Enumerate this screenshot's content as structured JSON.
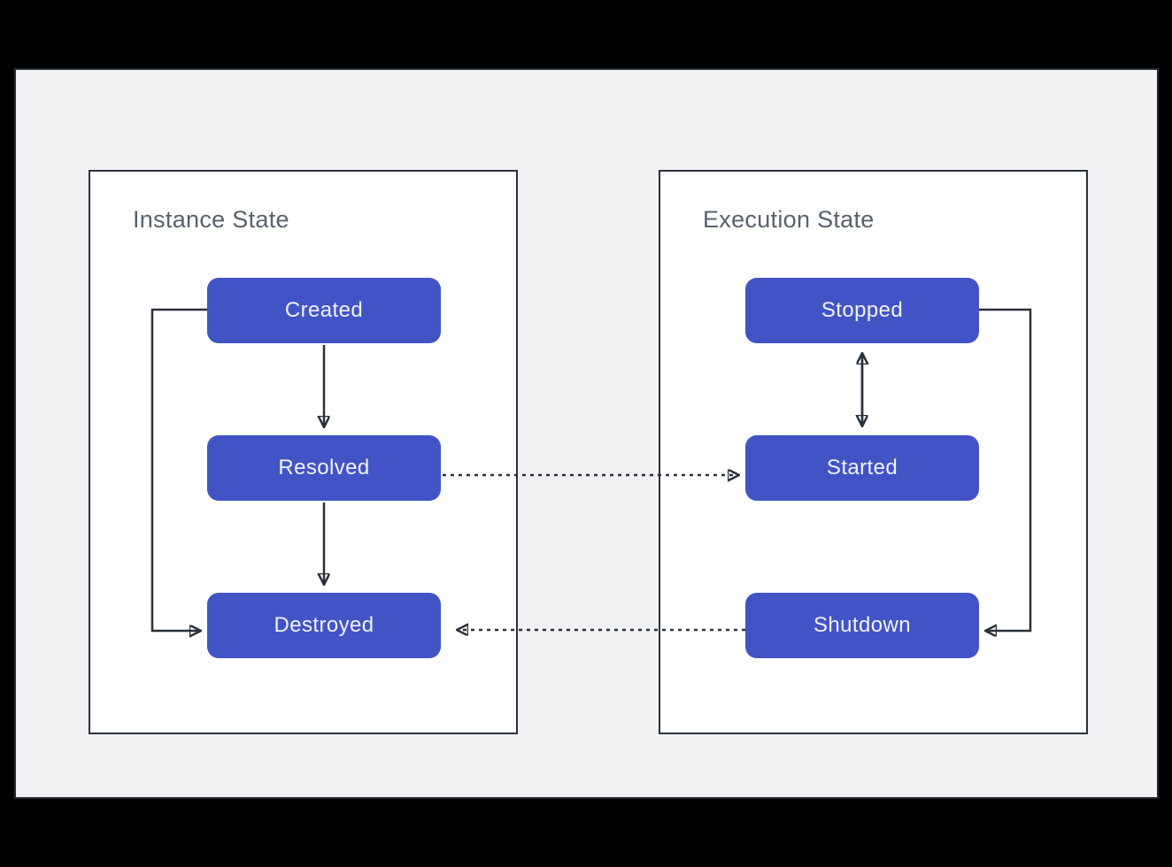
{
  "diagram": {
    "panels": [
      {
        "title": "Instance State",
        "nodes": [
          {
            "label": "Created"
          },
          {
            "label": "Resolved"
          },
          {
            "label": "Destroyed"
          }
        ]
      },
      {
        "title": "Execution State",
        "nodes": [
          {
            "label": "Stopped"
          },
          {
            "label": "Started"
          },
          {
            "label": "Shutdown"
          }
        ]
      }
    ],
    "edges": [
      {
        "from": "Created",
        "to": "Resolved",
        "style": "solid-arrow"
      },
      {
        "from": "Resolved",
        "to": "Destroyed",
        "style": "solid-arrow"
      },
      {
        "from": "Created",
        "to": "Destroyed",
        "style": "solid-elbow-arrow"
      },
      {
        "from": "Stopped",
        "to": "Started",
        "style": "solid-double-arrow"
      },
      {
        "from": "Stopped",
        "to": "Shutdown",
        "style": "solid-elbow-arrow"
      },
      {
        "from": "Resolved",
        "to": "Started",
        "style": "dashed-arrow"
      },
      {
        "from": "Shutdown",
        "to": "Destroyed",
        "style": "dashed-arrow"
      }
    ],
    "colors": {
      "frame_bg": "#000000",
      "canvas_bg": "#f1f2f4",
      "canvas_border": "#232a35",
      "panel_bg": "#ffffff",
      "panel_border": "#2b313b",
      "title_text": "#59616c",
      "node_fill": "#4254c5",
      "node_text": "#f0f2fa",
      "arrow": "#2b313b"
    }
  }
}
